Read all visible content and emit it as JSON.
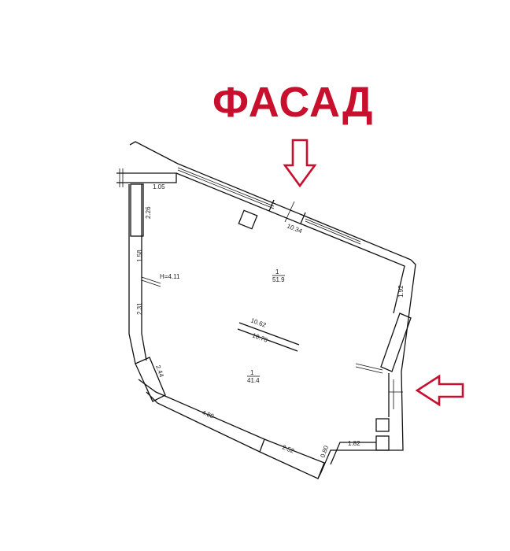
{
  "title": "ФАСАД",
  "colors": {
    "title": "#c8102e",
    "arrow": "#c8102e",
    "lines": "#111111"
  },
  "icons": {
    "facade_top": "arrow-down-icon",
    "facade_right": "arrow-left-icon"
  },
  "dimensions": {
    "top_left": "1.05",
    "left_upper": "2.26",
    "left_middle": "1.58",
    "left_lower": "2.31",
    "bevel": "2.44",
    "bottom_left": "4.80",
    "bottom_right": "2.52",
    "notch_vertical": "0.80",
    "notch_horizontal": "1.82",
    "right_upper": "1.92",
    "top_facade": "10.34",
    "inner_upper": "10.62",
    "inner_lower": "10.76"
  },
  "ceiling_height": "H=4.11",
  "rooms": [
    {
      "number": "1",
      "area": "51.9"
    },
    {
      "number": "1",
      "area": "41.4"
    }
  ]
}
